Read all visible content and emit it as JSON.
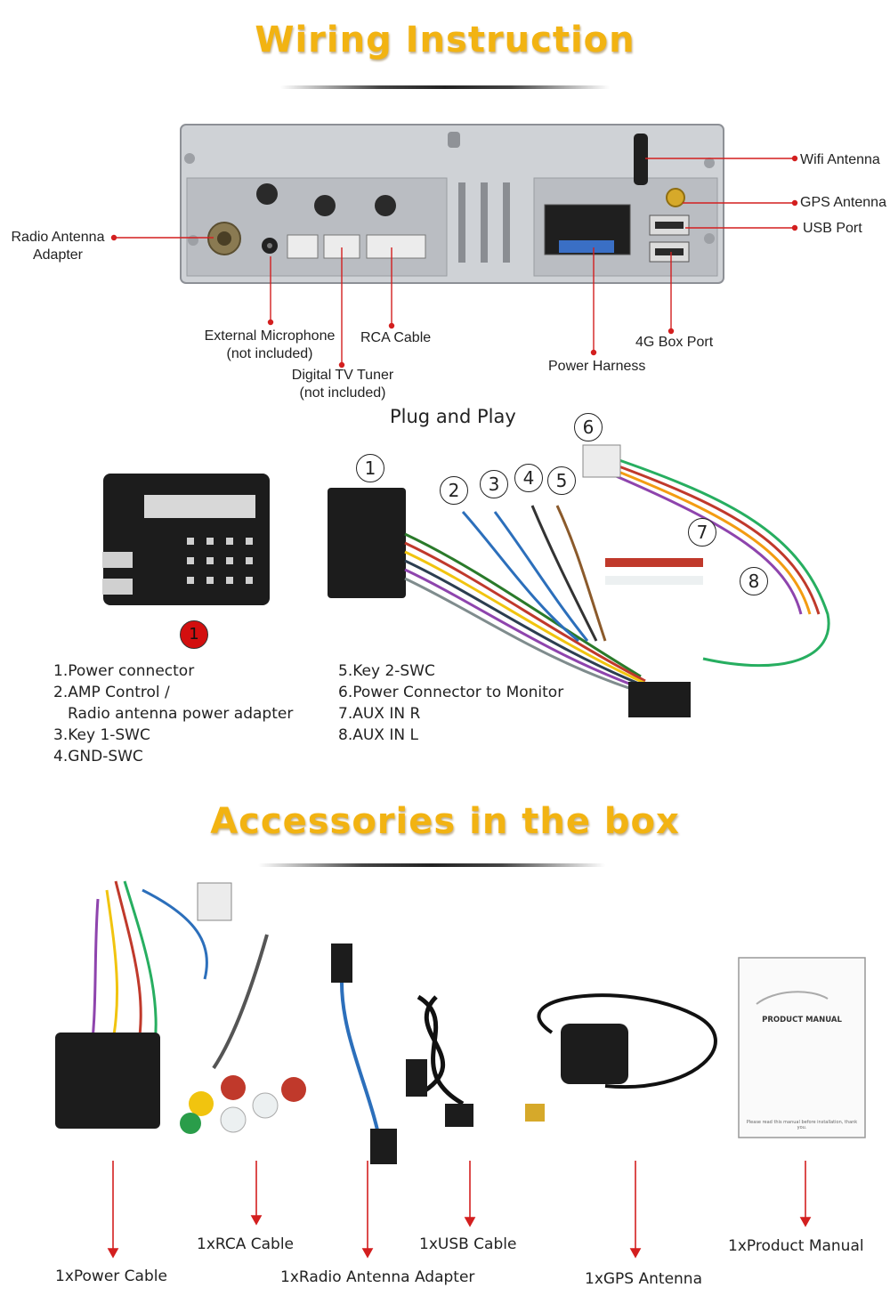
{
  "colors": {
    "heading": "#f2b312",
    "leader": "#d31f1f",
    "panel": "#c9ccd0"
  },
  "titles": {
    "wiring": "Wiring Instruction",
    "plug": "Plug and Play",
    "accessories": "Accessories in the box"
  },
  "ports": {
    "wifi": "Wifi Antenna",
    "gps": "GPS Antenna",
    "usb": "USB Port",
    "radio_l1": "Radio Antenna",
    "radio_l2": "Adapter",
    "mic_l1": "External Microphone",
    "mic_l2": "(not included)",
    "rca": "RCA Cable",
    "dtv_l1": "Digital TV Tuner",
    "dtv_l2": "(not included)",
    "power": "Power Harness",
    "box4g": "4G Box Port"
  },
  "numbers": [
    "1",
    "2",
    "3",
    "4",
    "5",
    "6",
    "7",
    "8"
  ],
  "red_badge": "1",
  "legend_left": [
    "1.Power connector",
    "2.AMP Control /",
    "Radio antenna power adapter",
    "3.Key 1-SWC",
    "4.GND-SWC"
  ],
  "legend_right": [
    "5.Key 2-SWC",
    "6.Power Connector to Monitor",
    "7.AUX IN R",
    "8.AUX IN L"
  ],
  "manual_title": "PRODUCT MANUAL",
  "manual_note": "Please read this manual before installation, thank you.",
  "accessories": [
    "1xPower Cable",
    "1xRCA Cable",
    "1xRadio Antenna Adapter",
    "1xUSB Cable",
    "1xGPS Antenna",
    "1xProduct Manual"
  ]
}
